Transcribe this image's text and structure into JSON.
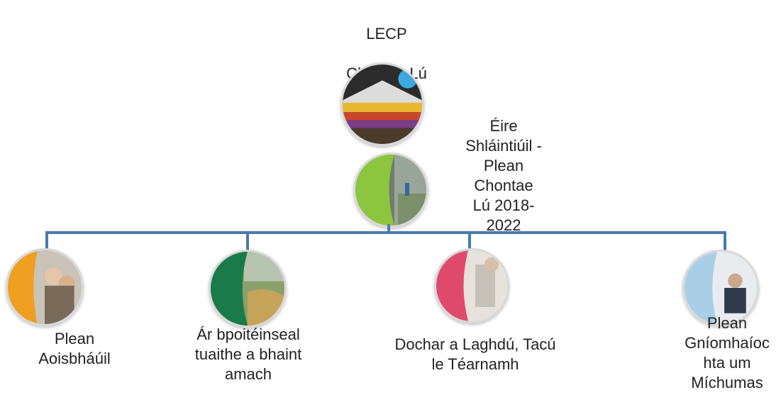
{
  "root": {
    "title_line1": "LECP",
    "title_line2": "Chontae Lú"
  },
  "middle": {
    "label": "Éire\nShláintiúil -\nPlean\nChontae\nLú  2018-\n2022"
  },
  "children": [
    {
      "label": "Plean\nAoisbháúil"
    },
    {
      "label": "Ár bpoitéinseal\ntuaithe a bhaint\namach"
    },
    {
      "label": "Dochar a Laghdú, Tacú\nle Téarnamh"
    },
    {
      "label": "Plean\nGníomhaíoc\nhta um\nMíchumas"
    }
  ],
  "colors": {
    "connector": "#4a7ab0",
    "child1_band": "#f0a020",
    "child2_band": "#1b7a4a",
    "child3_band": "#e04a6a",
    "child4_band": "#a9cfe6",
    "middle_band": "#8cc63f"
  }
}
